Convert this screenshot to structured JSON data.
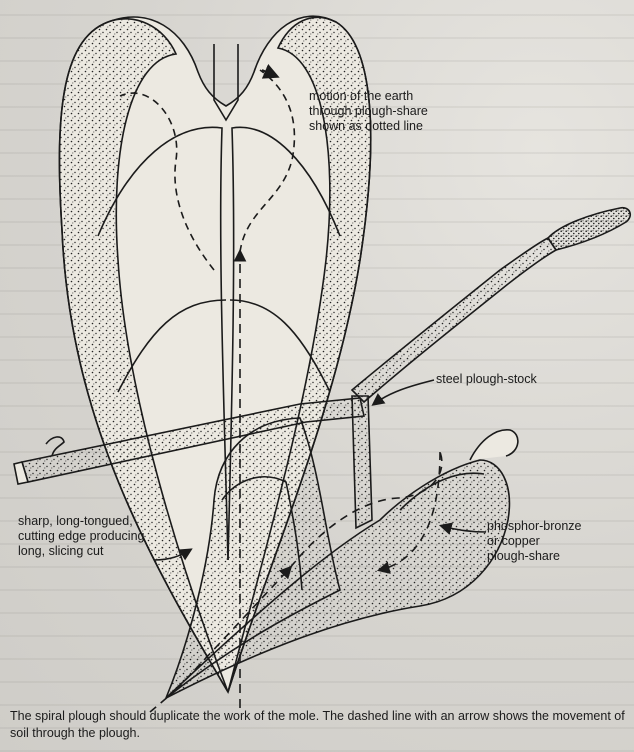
{
  "diagram": {
    "labels": {
      "motion": "motion of the earth\nthrough plough-share\nshown as dotted line",
      "stock": "steel plough-stock",
      "edge": "sharp, long-tongued,\ncutting edge producing\nlong, slicing cut",
      "share": "phosphor-bronze\nor copper\nplough-share"
    },
    "caption": "The spiral plough should duplicate the work of the mole. The dashed line with an arrow shows the movement of soil through the plough."
  },
  "colors": {
    "ink": "#1b1b1b",
    "paper": "#d7d5d0",
    "metal": "#e9e6de"
  }
}
